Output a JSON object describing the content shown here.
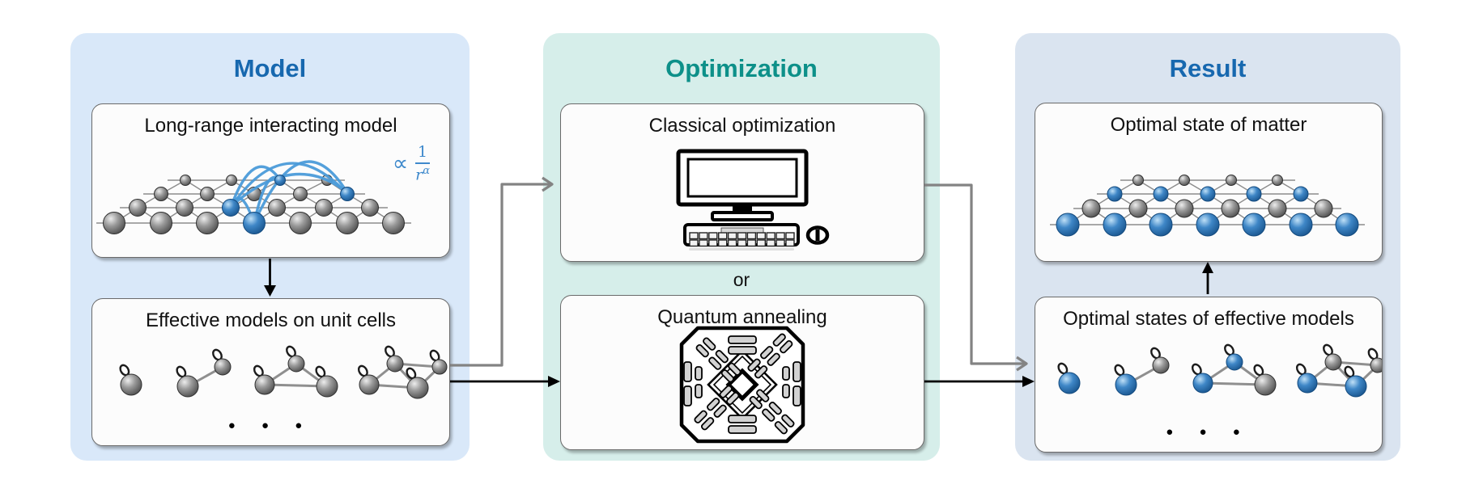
{
  "diagram": {
    "panels": {
      "model": {
        "title": "Model",
        "box1_label": "Long-range interacting model",
        "formula": {
          "prop_symbol": "∝",
          "numerator": "1",
          "denominator_base": "r",
          "denominator_exponent": "α"
        },
        "box2_label": "Effective models on unit cells",
        "ellipsis": "● ● ●"
      },
      "optimization": {
        "title": "Optimization",
        "box1_label": "Classical optimization",
        "or_label": "or",
        "box2_label": "Quantum annealing"
      },
      "result": {
        "title": "Result",
        "box1_label": "Optimal state of matter",
        "box2_label": "Optimal states of effective models",
        "ellipsis": "● ● ●"
      }
    },
    "colors": {
      "model_panel_bg": "#d9e8f9",
      "optimization_panel_bg": "#d6eeea",
      "result_panel_bg": "#dae4f0",
      "model_title": "#1768af",
      "optimization_title": "#0d9089",
      "result_title": "#1768af",
      "interaction_arc_blue": "#4b9bd9",
      "formula_blue": "#3e89cc",
      "sphere_blue": "#3f87c7",
      "sphere_gray": "#9a9a9a",
      "connector_gray": "#838383",
      "connector_black": "#000000"
    }
  }
}
